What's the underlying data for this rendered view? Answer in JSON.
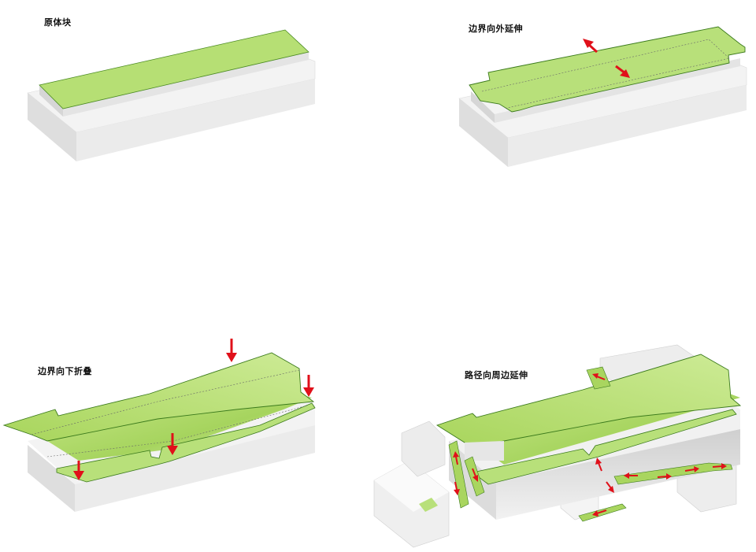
{
  "panels": [
    {
      "label": "原体块"
    },
    {
      "label": "边界向外延伸"
    },
    {
      "label": "边界向下折叠"
    },
    {
      "label": "路径向周边延伸"
    }
  ],
  "colors": {
    "green": "#b8e07a",
    "green_light": "#d4ee9c",
    "green_edge": "#3b7a1c",
    "block_top": "#f4f4f4",
    "block_side": "#d9d9d9",
    "block_dark": "#bdbdbd",
    "arrow": "#e0101a"
  }
}
